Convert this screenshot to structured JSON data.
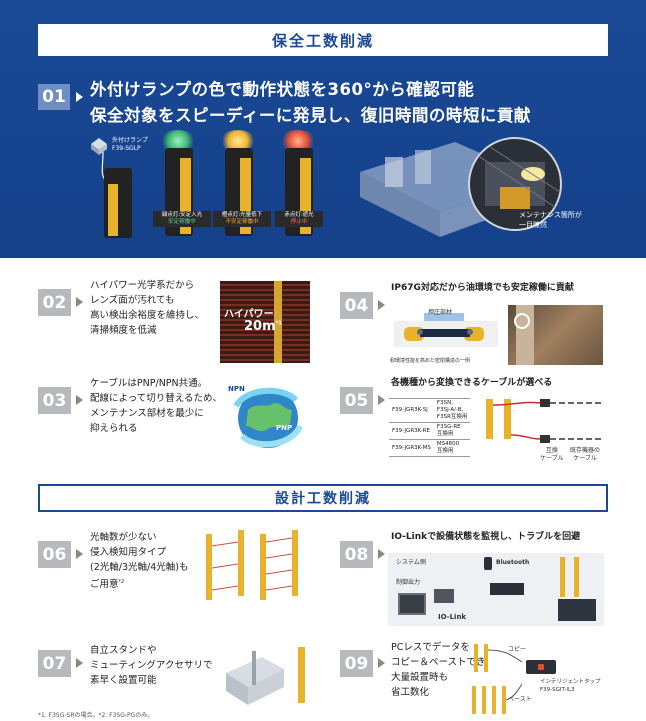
{
  "hero": {
    "title": "保全工数削減",
    "num": "01",
    "line1": "外付けランプの色で動作状態を360°から確認可能",
    "line2": "保全対象をスピーディーに発見し、復旧時間の時短に貢献",
    "lamp_label_1": "外付けランプ",
    "lamp_label_2": "F39-SGLP",
    "captions": [
      {
        "l1": "緑点灯:安定入光",
        "l2": "安定稼働中"
      },
      {
        "l1": "橙点灯:光量低下",
        "l2": "不安定稼働中"
      },
      {
        "l1": "赤点灯:遮光",
        "l2": "停止中"
      }
    ],
    "maint_1": "メンテナンス箇所が",
    "maint_2": "一目瞭然"
  },
  "items": {
    "i02": {
      "num": "02",
      "lines": [
        "ハイパワー光学系だから",
        "レンズ面が汚れても",
        "高い検出余裕度を維持し、",
        "清掃頻度を低減"
      ],
      "photo_1": "ハイパワー",
      "photo_2": "20m",
      "photo_sup": "*1"
    },
    "i03": {
      "num": "03",
      "lines": [
        "ケーブルはPNP/NPN共通。",
        "配線によって切り替えるため、",
        "メンテナンス部材を最少に",
        "抑えられる"
      ],
      "npn": "NPN",
      "pnp": "PNP"
    },
    "i04": {
      "num": "04",
      "lines": [
        "IP67G対応だから油環境でも安定稼働に貢献"
      ],
      "seal_label": "押圧部材",
      "caption": "耐環境性能を高めた密閉構造の一例"
    },
    "i05": {
      "num": "05",
      "lines": [
        "各機種から変換できるケーブルが選べる"
      ],
      "table": [
        {
          "model": "F39-JGR3K-SJ",
          "compat": [
            "F3SN,",
            "F3SJ-A/-B,",
            "F3SR互換用"
          ]
        },
        {
          "model": "F39-JGR3K-RE",
          "compat": [
            "F3SG-RE",
            "互換用"
          ]
        },
        {
          "model": "F39-JGR3K-MS",
          "compat": [
            "MS4800",
            "互換用"
          ]
        }
      ],
      "label_compat": [
        "互換",
        "ケーブル"
      ],
      "label_old": [
        "既存機器の",
        "ケーブル"
      ]
    },
    "i06": {
      "num": "06",
      "lines": [
        "光軸数が少ない",
        "侵入検知用タイプ",
        "(2光軸/3光軸/4光軸)も",
        "ご用意"
      ],
      "sup": "*2"
    },
    "i07": {
      "num": "07",
      "lines": [
        "自立スタンドや",
        "ミューティングアクセサリで",
        "素早く設置可能"
      ]
    },
    "i08": {
      "num": "08",
      "lines": [
        "IO-Linkで設備状態を監視し、トラブルを回避"
      ],
      "sys_label": "システム側",
      "ctrl_label": "制御出力",
      "bt": "Bluetooth",
      "iolink": "IO-Link"
    },
    "i09": {
      "num": "09",
      "lines": [
        "PCレスでデータを",
        "コピー＆ペーストでき、",
        "大量設置時も",
        "省工数化"
      ],
      "copy": "コピー",
      "paste": "ペースト",
      "tap_1": "インテリジェントタップ",
      "tap_2": "F39-SGIT-IL3"
    }
  },
  "section2": {
    "title": "設計工数削減"
  },
  "footnote": "*1. F3SG-SRの場合。*2. F3SG-PGのみ。",
  "colors": {
    "brand_blue": "#1a4a96",
    "num_grey": "#b7b9bd",
    "sensor_yellow": "#e8b32a"
  }
}
